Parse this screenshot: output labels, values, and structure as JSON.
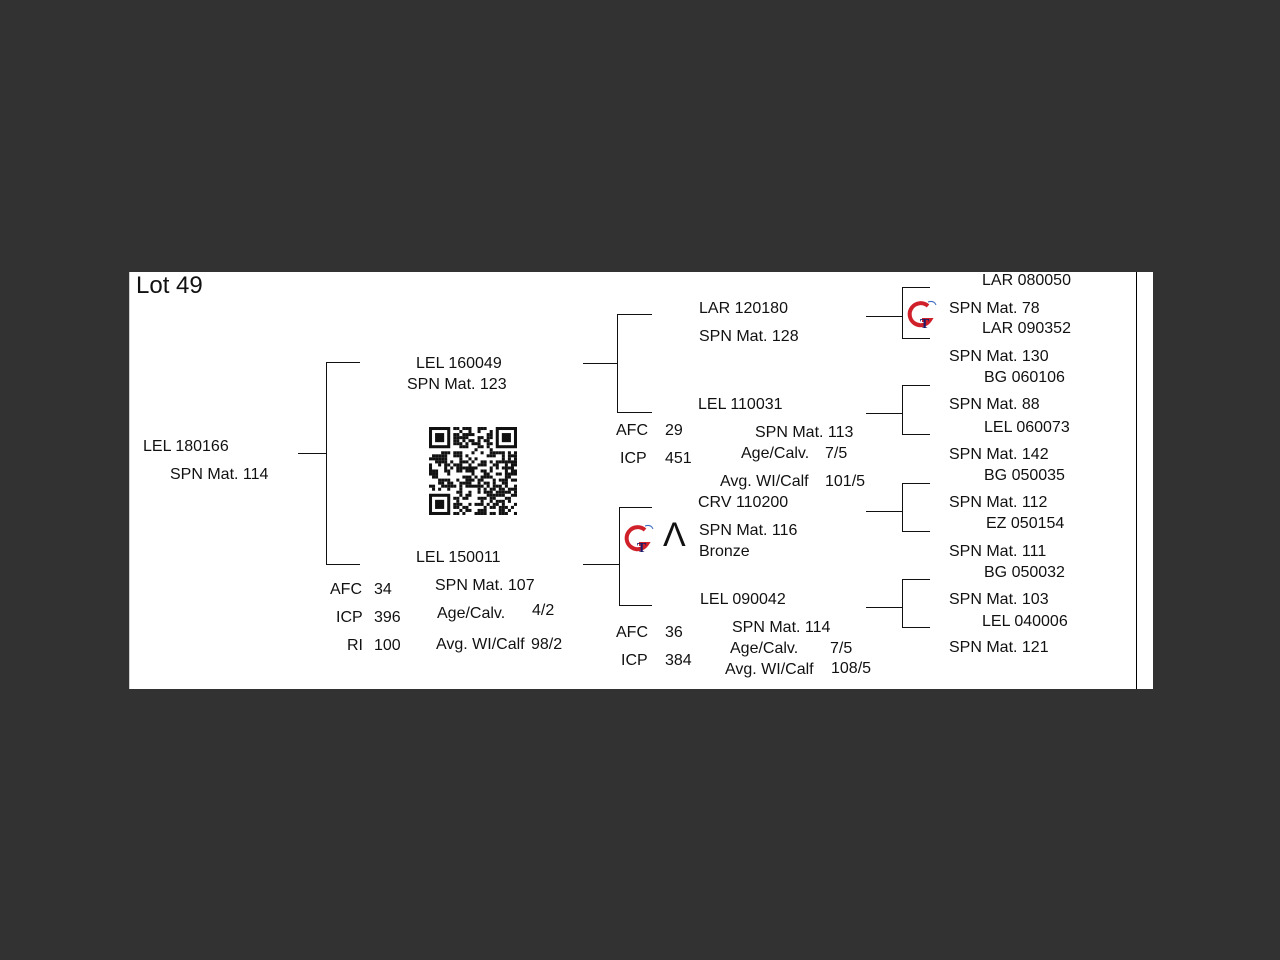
{
  "lot": "Lot 49",
  "animal": {
    "id": "LEL 180166",
    "spn": "SPN Mat. 114"
  },
  "sire": {
    "id": "LEL 160049",
    "spn": "SPN Mat. 123"
  },
  "dam": {
    "id": "LEL 150011",
    "spn": "SPN Mat. 107",
    "age_label": "Age/Calv.",
    "age_value": "4/2",
    "avg_label": "Avg. WI/Calf",
    "avg_value": "98/2",
    "afc_label": "AFC",
    "afc": "34",
    "icp_label": "ICP",
    "icp": "396",
    "ri_label": "RI",
    "ri": "100"
  },
  "ss": {
    "id": "LAR 120180",
    "spn": "SPN Mat. 128"
  },
  "sd": {
    "id": "LEL 110031",
    "spn": "SPN Mat. 113",
    "age_label": "Age/Calv.",
    "age_value": "7/5",
    "avg_label": "Avg. WI/Calf",
    "avg_value": "101/5",
    "afc_label": "AFC",
    "afc": "29",
    "icp_label": "ICP",
    "icp": "451"
  },
  "ds": {
    "id": "CRV 110200",
    "spn": "SPN Mat. 116",
    "extra": "Bronze",
    "caret": "Λ"
  },
  "dd": {
    "id": "LEL 090042",
    "spn": "SPN Mat. 114",
    "age_label": "Age/Calv.",
    "age_value": "7/5",
    "avg_label": "Avg. WI/Calf",
    "avg_value": "108/5",
    "afc_label": "AFC",
    "afc": "36",
    "icp_label": "ICP",
    "icp": "384"
  },
  "ggp": [
    {
      "id": "LAR 080050",
      "spn": "SPN Mat. 78"
    },
    {
      "id": "LAR 090352",
      "spn": "SPN Mat. 130"
    },
    {
      "id": "BG  060106",
      "spn": "SPN Mat. 88"
    },
    {
      "id": "LEL 060073",
      "spn": "SPN Mat. 142"
    },
    {
      "id": "BG  050035",
      "spn": "SPN Mat. 112"
    },
    {
      "id": "EZ  050154",
      "spn": "SPN Mat. 111"
    },
    {
      "id": "BG  050032",
      "spn": "SPN Mat. 103"
    },
    {
      "id": "LEL 040006",
      "spn": "SPN Mat. 121"
    }
  ],
  "colors": {
    "background": "#323232",
    "card": "#ffffff",
    "logo_red": "#d0202a"
  },
  "icons": {
    "logo": "gt-logo-icon",
    "qr": "qr-code-icon"
  }
}
